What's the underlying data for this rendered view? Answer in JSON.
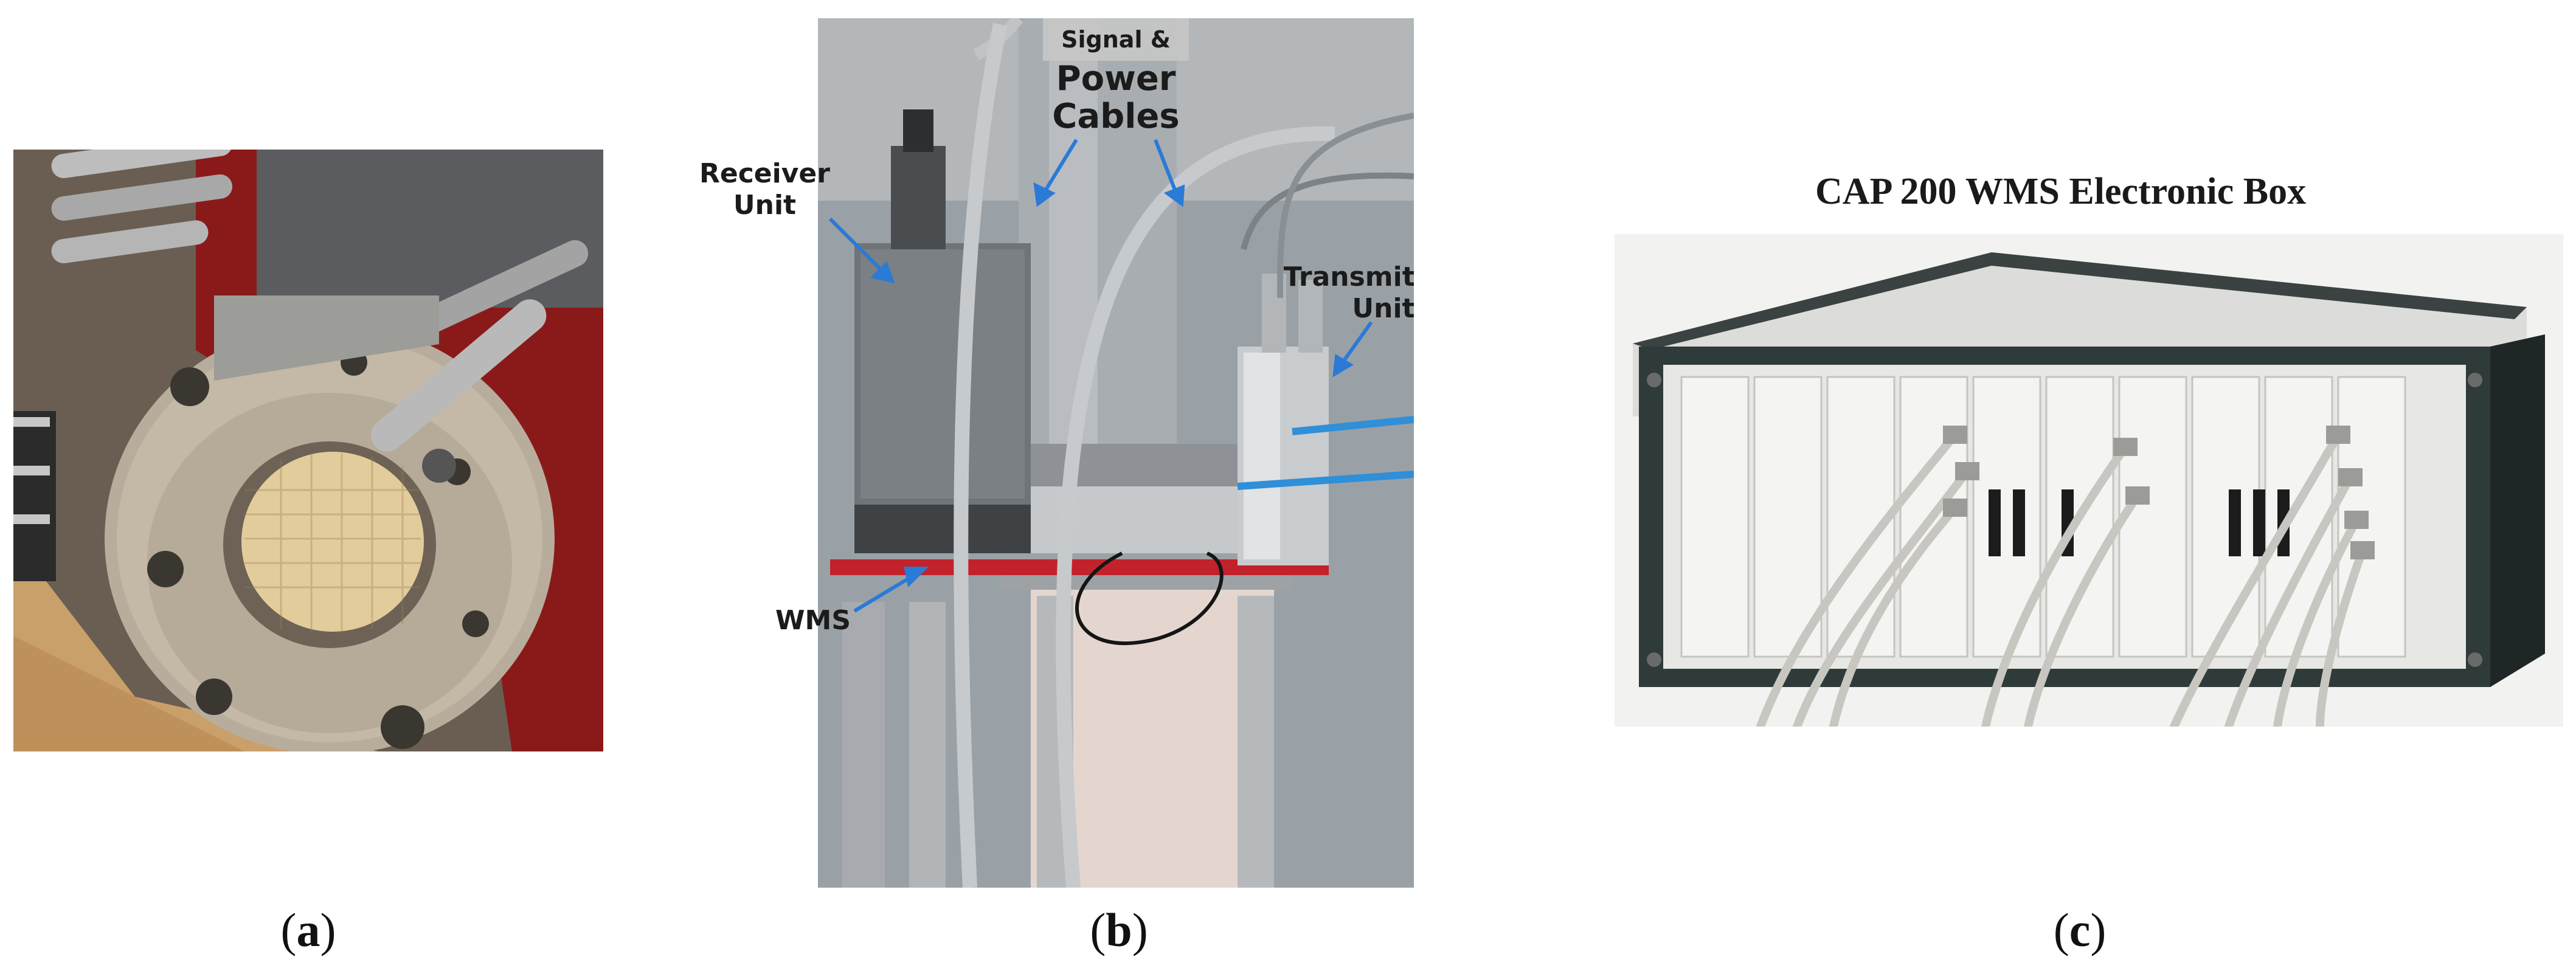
{
  "panels": [
    {
      "id": "a",
      "caption_open": "(",
      "caption_letter": "a",
      "caption_close": ")"
    },
    {
      "id": "b",
      "caption_open": "(",
      "caption_letter": "b",
      "caption_close": ")",
      "labels": {
        "signal": "Signal &",
        "power": "Power",
        "cables": "Cables",
        "receiver_1": "Receiver",
        "receiver_2": "Unit",
        "transmitter_1": "Transmitter",
        "transmitter_2": "Unit",
        "wms": "WMS"
      }
    },
    {
      "id": "c",
      "caption_open": "(",
      "caption_letter": "c",
      "caption_close": ")",
      "title": "CAP 200 WMS Electronic Box"
    }
  ],
  "colors": {
    "flange_metal": "#b8ad9c",
    "red_backplate": "#8a1a1a",
    "wood_floor": "#c9a06a",
    "wms_red": "#c2222b",
    "arrow_blue": "#2a7ad6",
    "box_dark": "#2f3a3a",
    "box_panel": "#e7e7e4"
  }
}
